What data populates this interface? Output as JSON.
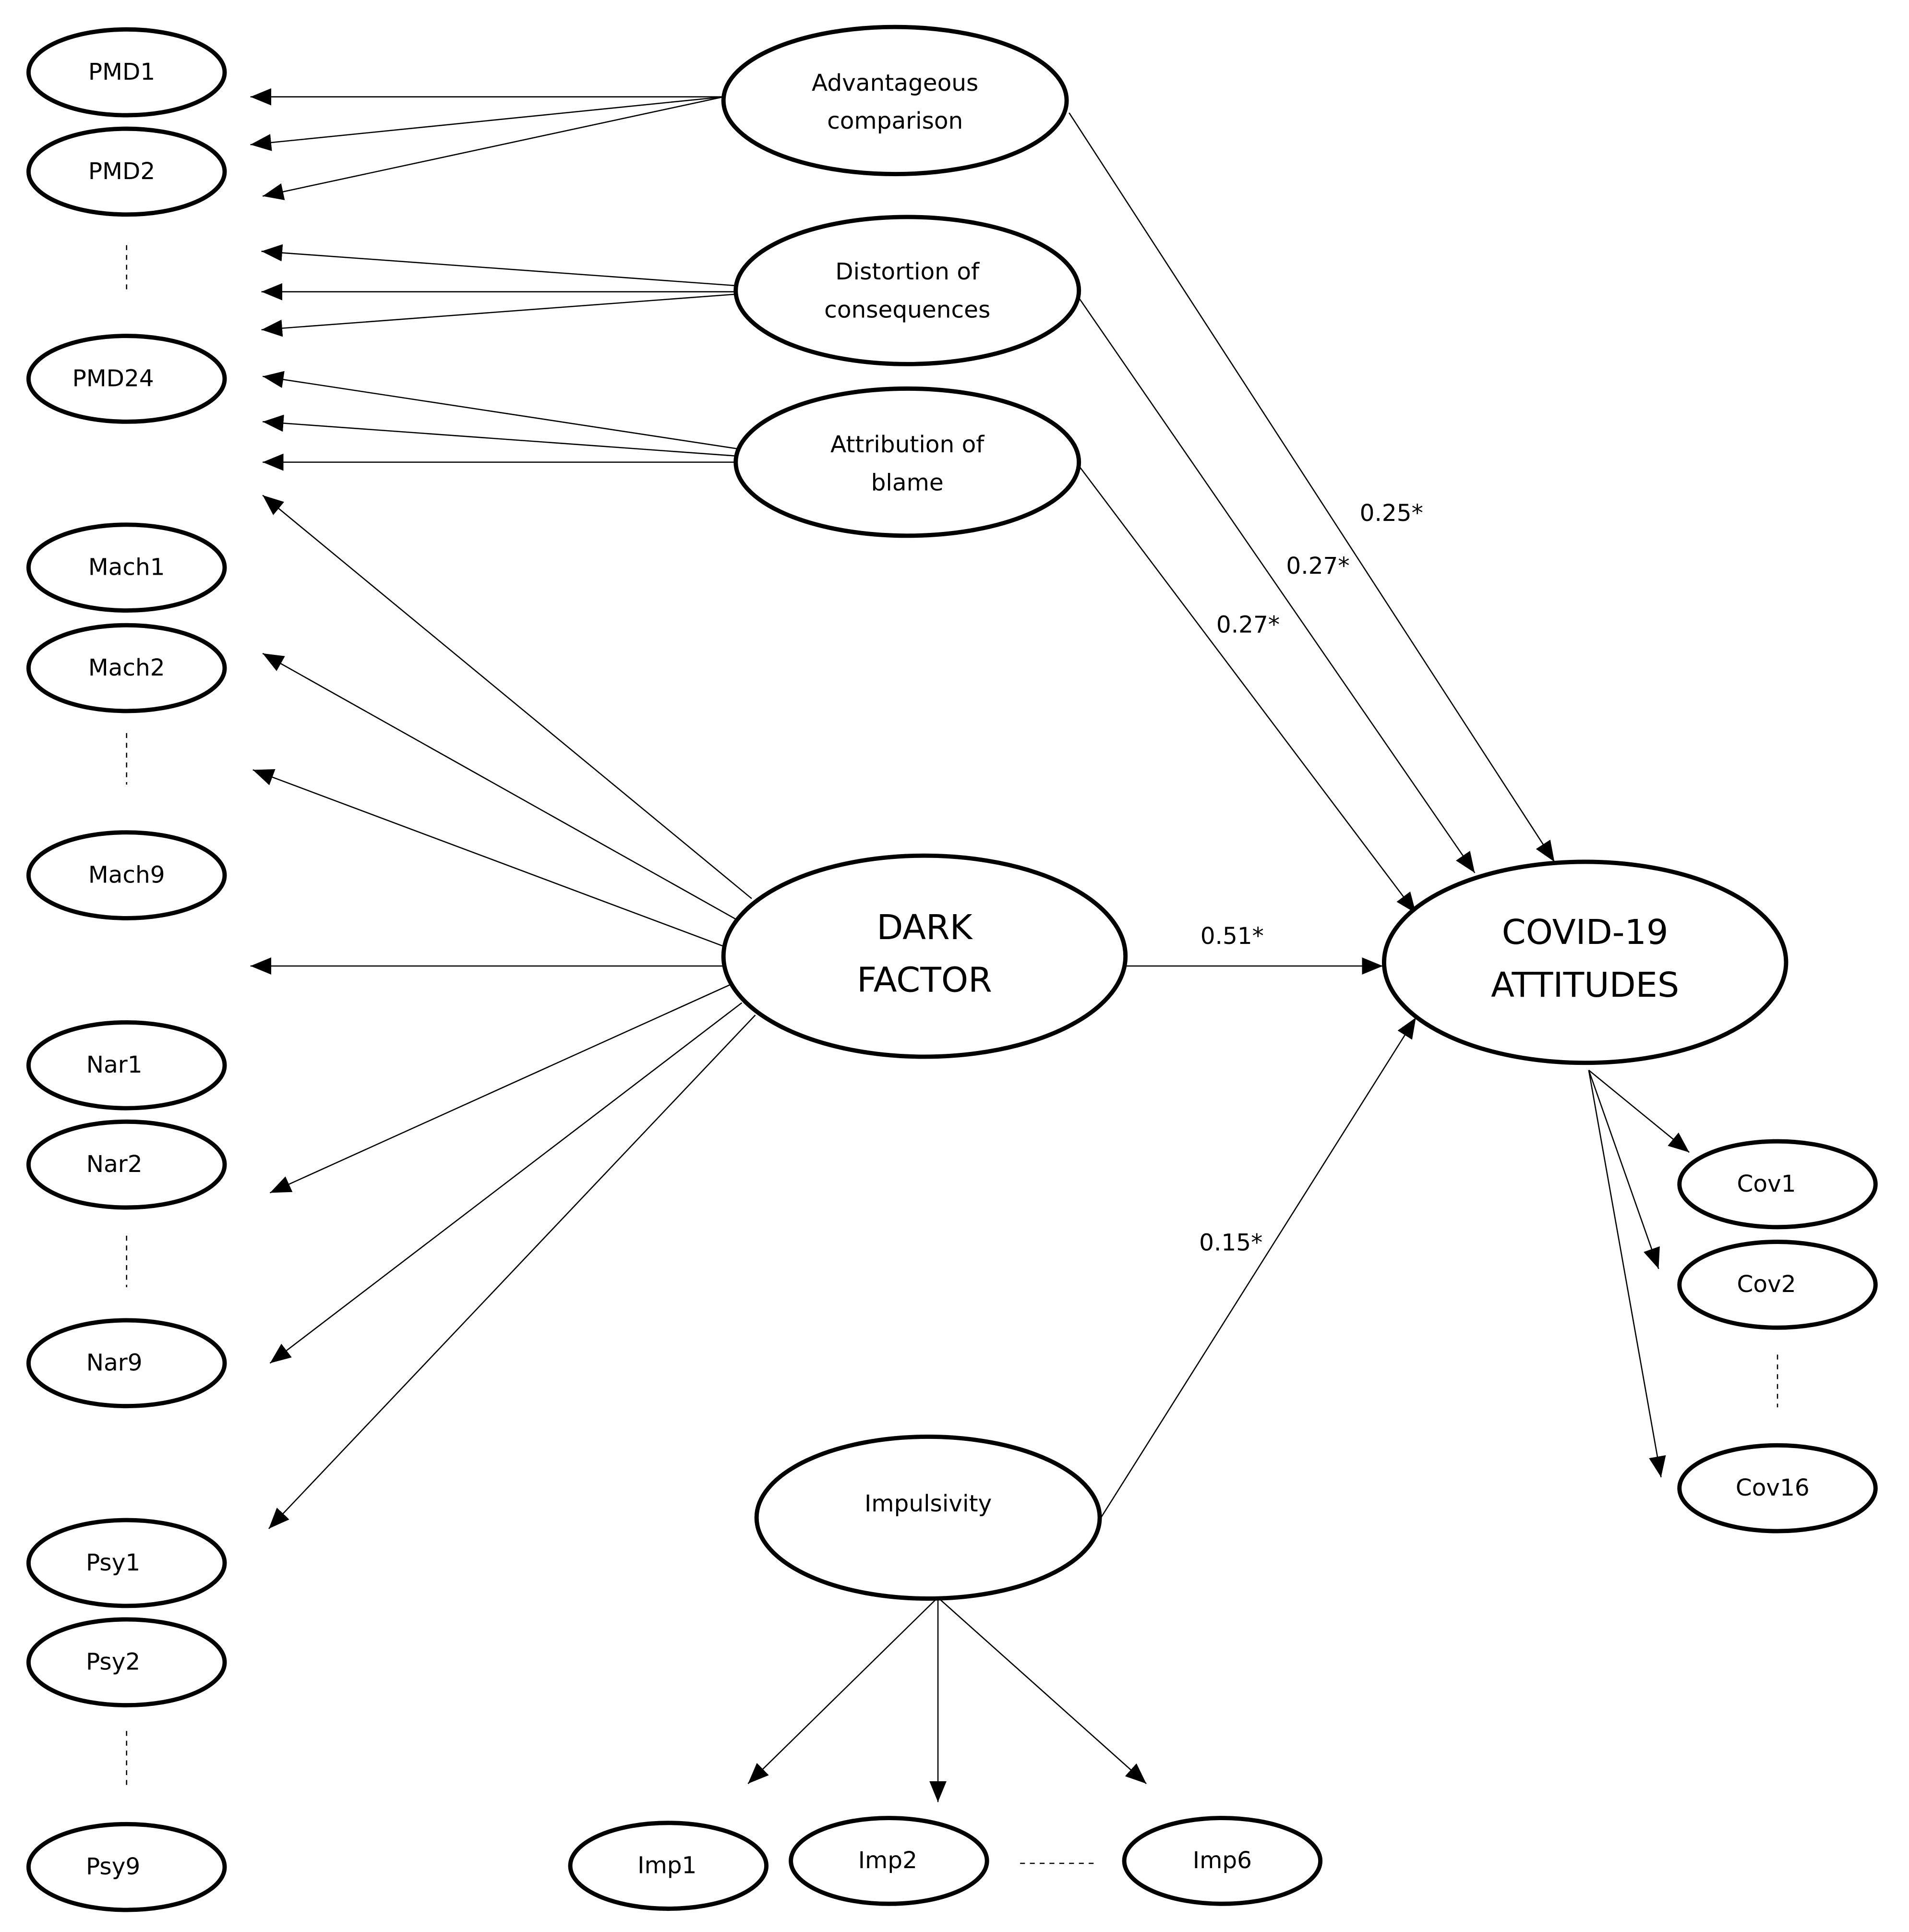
{
  "latent_factors": {
    "advantageous_comparison": {
      "line1": "Advantageous",
      "line2": "comparison"
    },
    "distortion_of_consequences": {
      "line1": "Distortion of",
      "line2": "consequences"
    },
    "attribution_of_blame": {
      "line1": "Attribution of",
      "line2": "blame"
    },
    "dark_factor": {
      "line1": "DARK",
      "line2": "FACTOR"
    },
    "covid_attitudes": {
      "line1": "COVID-19",
      "line2": "ATTITUDES"
    },
    "impulsivity": {
      "label": "Impulsivity"
    }
  },
  "indicators": {
    "pmd1": "PMD1",
    "pmd2": "PMD2",
    "pmd24": "PMD24",
    "mach1": "Mach1",
    "mach2": "Mach2",
    "mach9": "Mach9",
    "nar1": "Nar1",
    "nar2": "Nar2",
    "nar9": "Nar9",
    "psy1": "Psy1",
    "psy2": "Psy2",
    "psy9": "Psy9",
    "cov1": "Cov1",
    "cov2": "Cov2",
    "cov16": "Cov16",
    "imp1": "Imp1",
    "imp2": "Imp2",
    "imp6": "Imp6"
  },
  "path_coefficients": {
    "advantageous_comparison_to_covid": "0.25*",
    "distortion_to_covid": "0.27*",
    "attribution_to_covid": "0.27*",
    "dark_factor_to_covid": "0.51*",
    "impulsivity_to_covid": "0.15*"
  }
}
